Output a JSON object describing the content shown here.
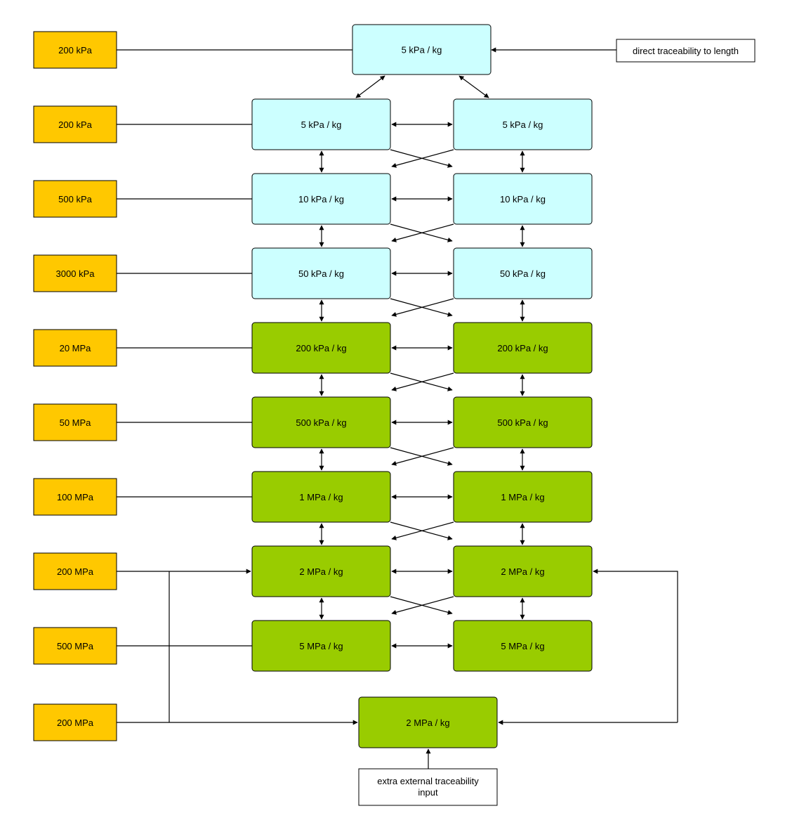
{
  "colors": {
    "range_box": "#FFC800",
    "light_standard": "#CCFFFF",
    "heavy_standard": "#99CC00",
    "note_box": "#FFFFFF",
    "line": "#000000"
  },
  "top_standard": {
    "range": "200 kPa",
    "label": "5 kPa / kg"
  },
  "traceability_note": "direct traceability to length",
  "rows": [
    {
      "range": "200 kPa",
      "left": "5 kPa / kg",
      "right": "5 kPa / kg",
      "group": "light"
    },
    {
      "range": "500 kPa",
      "left": "10 kPa / kg",
      "right": "10 kPa / kg",
      "group": "light"
    },
    {
      "range": "3000 kPa",
      "left": "50 kPa / kg",
      "right": "50 kPa / kg",
      "group": "light"
    },
    {
      "range": "20 MPa",
      "left": "200 kPa / kg",
      "right": "200 kPa / kg",
      "group": "heavy"
    },
    {
      "range": "50 MPa",
      "left": "500 kPa / kg",
      "right": "500 kPa / kg",
      "group": "heavy"
    },
    {
      "range": "100 MPa",
      "left": "1 MPa / kg",
      "right": "1 MPa / kg",
      "group": "heavy"
    },
    {
      "range": "200 MPa",
      "left": "2 MPa / kg",
      "right": "2 MPa / kg",
      "group": "heavy"
    },
    {
      "range": "500 MPa",
      "left": "5 MPa / kg",
      "right": "5 MPa / kg",
      "group": "heavy"
    }
  ],
  "bottom_standard": {
    "range": "200 MPa",
    "label": "2 MPa / kg"
  },
  "external_input": {
    "line1": "extra external traceability",
    "line2": "input"
  }
}
